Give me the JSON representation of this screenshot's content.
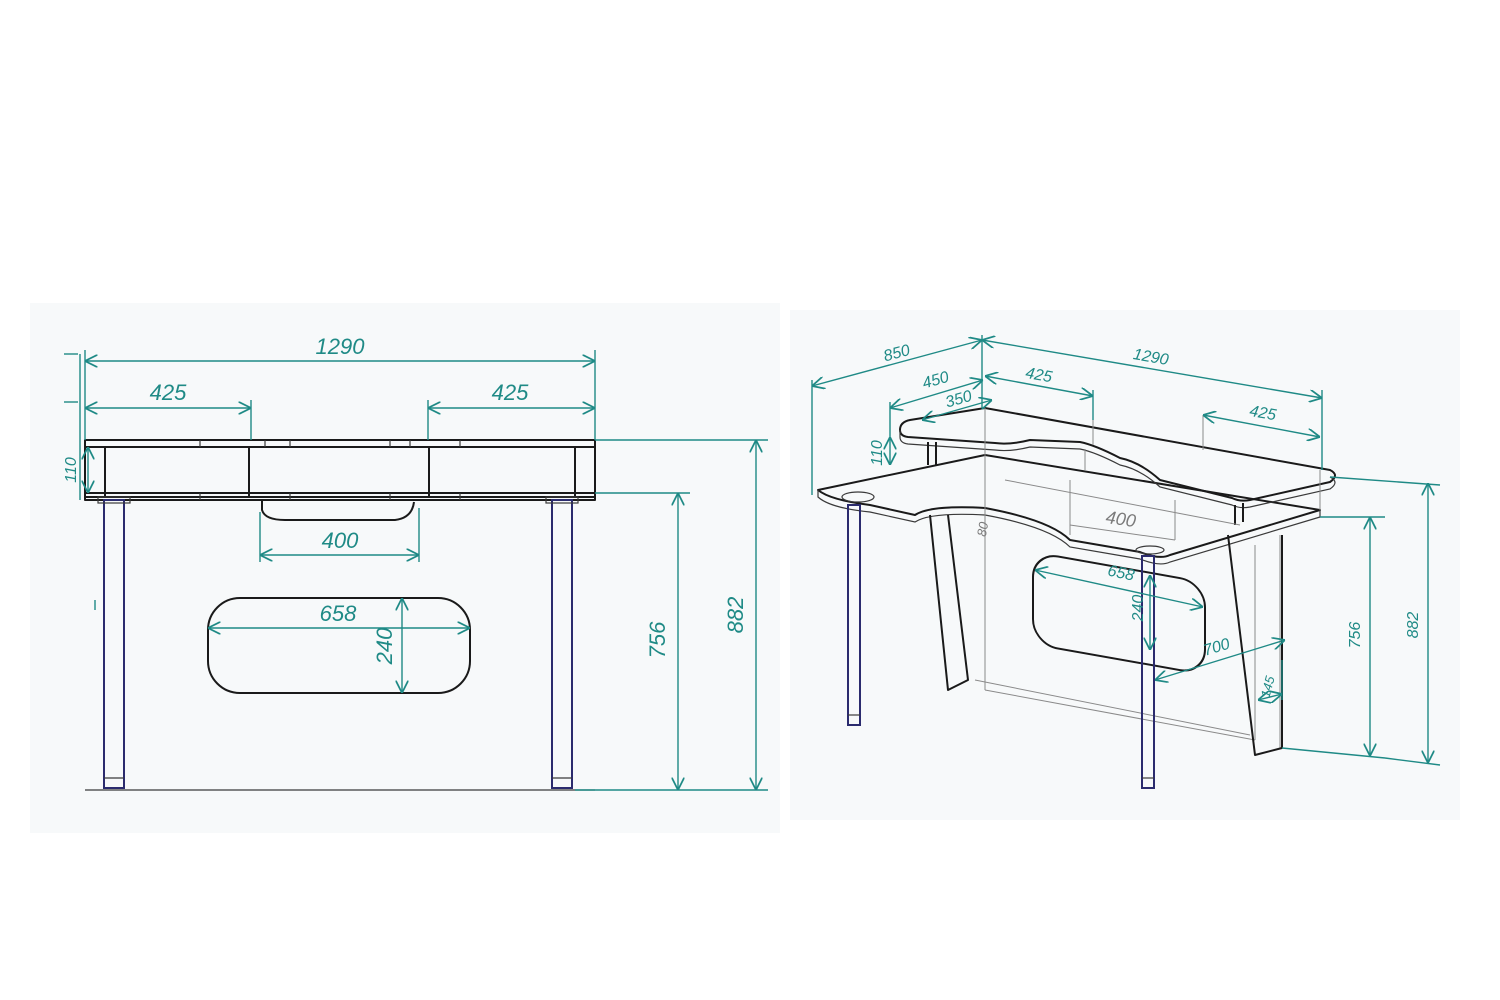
{
  "colors": {
    "dimension": "#1f8a86",
    "outline": "#1a1a1a",
    "legs": "#2b2b6e",
    "hidden": "#8a8a8a",
    "panel": "#f7f9fa"
  },
  "front_view": {
    "width_total": "1290",
    "width_left_section": "425",
    "width_right_section": "425",
    "apron_height": "110",
    "keyboard_cutout_width": "400",
    "opening_width": "658",
    "opening_height": "240",
    "leg_height": "756",
    "total_height": "882"
  },
  "iso_view": {
    "depth_total": "850",
    "superstructure_depth": "450",
    "superstructure_inner": "350",
    "width_total": "1290",
    "left_section": "425",
    "right_section": "425",
    "superstructure_height": "110",
    "keyboard_cutout": "400",
    "opening_width": "658",
    "opening_height": "240",
    "panel_depth": "700",
    "panel_offset": "145",
    "leg_height": "756",
    "total_height": "882",
    "small_mark": "80"
  }
}
